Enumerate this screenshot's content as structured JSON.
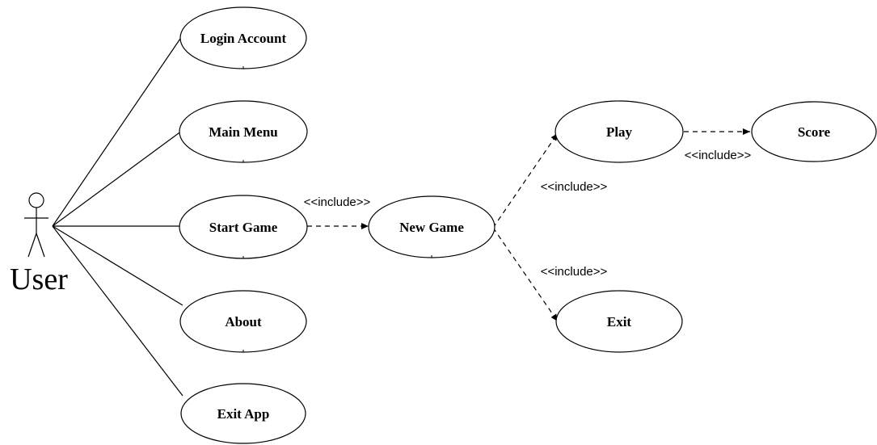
{
  "actor": {
    "label": "User"
  },
  "use_cases": {
    "login_account": "Login Account",
    "main_menu": "Main Menu",
    "start_game": "Start Game",
    "about": "About",
    "exit_app": "Exit App",
    "new_game": "New Game",
    "play": "Play",
    "score": "Score",
    "exit": "Exit"
  },
  "relations": {
    "start_to_new": "<<include>>",
    "new_to_play": "<<include>>",
    "new_to_exit": "<<include>>",
    "play_to_score": "<<include>>"
  }
}
